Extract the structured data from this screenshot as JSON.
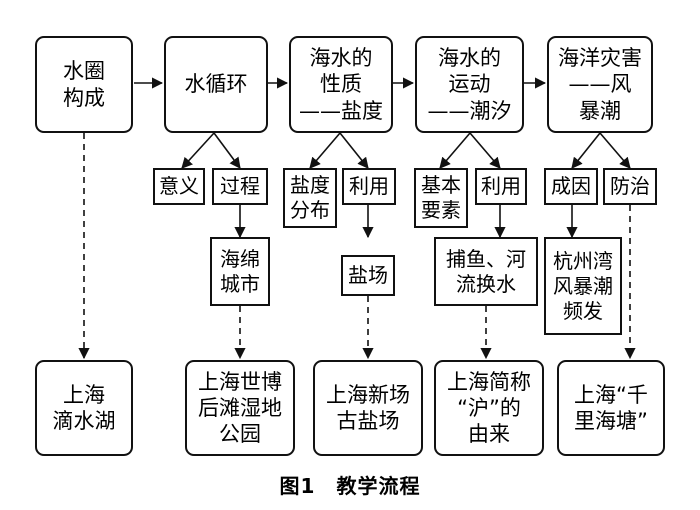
{
  "main": [
    {
      "id": "m1",
      "label": "水圈\n构成"
    },
    {
      "id": "m2",
      "label": "水循环"
    },
    {
      "id": "m3",
      "label": "海水的\n性质\n——盐度"
    },
    {
      "id": "m4",
      "label": "海水的\n运动\n——潮汐"
    },
    {
      "id": "m5",
      "label": "海洋灾害\n——风\n暴潮"
    }
  ],
  "subs": {
    "m2": [
      "意义",
      "过程"
    ],
    "m3": [
      "盐度\n分布",
      "利用"
    ],
    "m4": [
      "基本\n要素",
      "利用"
    ],
    "m5": [
      "成因",
      "防治"
    ]
  },
  "details": {
    "m2": "海绵\n城市",
    "m3": "盐场",
    "m4": "捕鱼、河\n流换水",
    "m5": "杭州湾\n风暴潮\n频发"
  },
  "results": [
    {
      "id": "r1",
      "label": "上海\n滴水湖"
    },
    {
      "id": "r2",
      "label": "上海世博\n后滩湿地\n公园"
    },
    {
      "id": "r3",
      "label": "上海新场\n古盐场"
    },
    {
      "id": "r4",
      "label": "上海简称\n“沪”的\n由来"
    },
    {
      "id": "r5",
      "label": "上海“千\n里海塘”"
    }
  ],
  "caption": "图1　教学流程"
}
